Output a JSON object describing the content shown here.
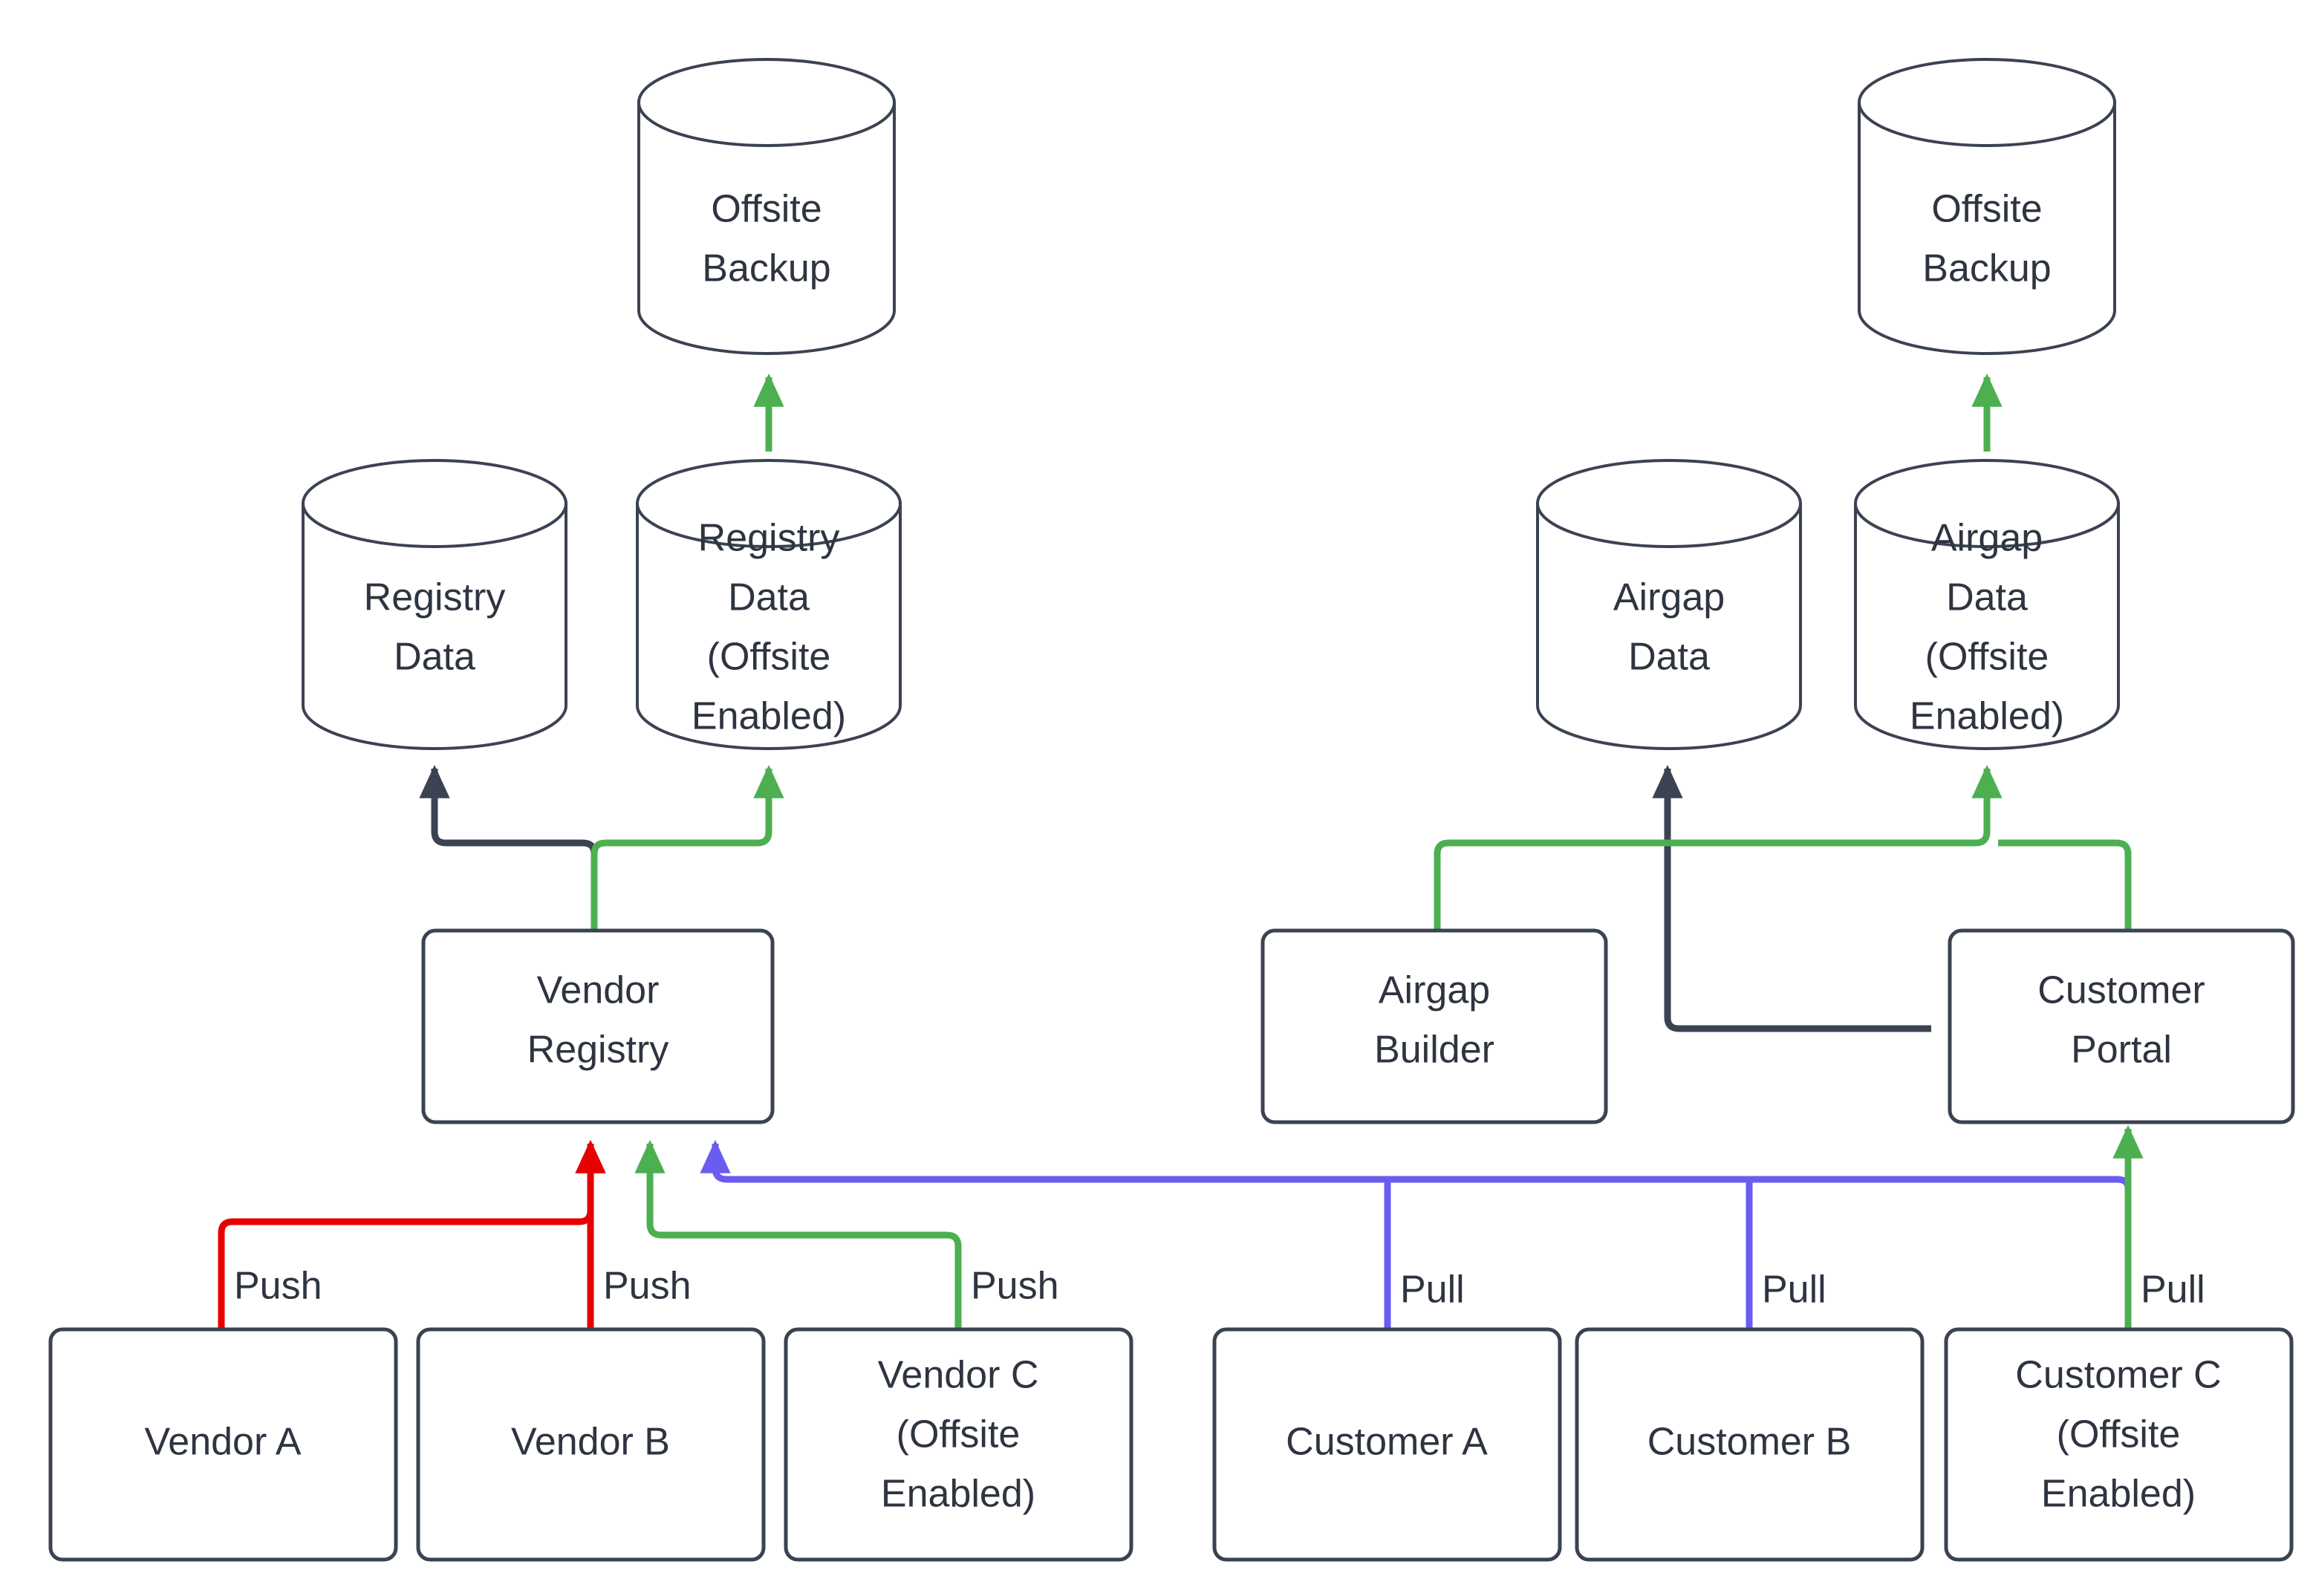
{
  "diagram": {
    "type": "flowchart",
    "title": "Registry and Airgap Data Flow",
    "background": "#ffffff",
    "colors": {
      "node_stroke": "#3b4252",
      "node_fill": "#ffffff",
      "text": "#2e3440",
      "edge_dark": "#3b4252",
      "edge_green": "#4caf50",
      "edge_red": "#e60000",
      "edge_purple": "#6b5cf0"
    },
    "nodes": {
      "offsite_backup_left": {
        "label_line1": "Offsite",
        "label_line2": "Backup",
        "shape": "cylinder"
      },
      "registry_data": {
        "label_line1": "Registry",
        "label_line2": "Data",
        "shape": "cylinder"
      },
      "registry_data_offsite": {
        "label_line1": "Registry",
        "label_line2": "Data",
        "label_line3": "(Offsite",
        "label_line4": "Enabled)",
        "shape": "cylinder"
      },
      "vendor_registry": {
        "label_line1": "Vendor",
        "label_line2": "Registry",
        "shape": "rounded-rect"
      },
      "vendor_a": {
        "label_line1": "Vendor A",
        "shape": "rounded-rect"
      },
      "vendor_b": {
        "label_line1": "Vendor B",
        "shape": "rounded-rect"
      },
      "vendor_c": {
        "label_line1": "Vendor C",
        "label_line2": "(Offsite",
        "label_line3": "Enabled)",
        "shape": "rounded-rect"
      },
      "offsite_backup_right": {
        "label_line1": "Offsite",
        "label_line2": "Backup",
        "shape": "cylinder"
      },
      "airgap_data": {
        "label_line1": "Airgap",
        "label_line2": "Data",
        "shape": "cylinder"
      },
      "airgap_data_offsite": {
        "label_line1": "Airgap",
        "label_line2": "Data",
        "label_line3": "(Offsite",
        "label_line4": "Enabled)",
        "shape": "cylinder"
      },
      "airgap_builder": {
        "label_line1": "Airgap",
        "label_line2": "Builder",
        "shape": "rounded-rect"
      },
      "customer_portal": {
        "label_line1": "Customer",
        "label_line2": "Portal",
        "shape": "rounded-rect"
      },
      "customer_a": {
        "label_line1": "Customer A",
        "shape": "rounded-rect"
      },
      "customer_b": {
        "label_line1": "Customer B",
        "shape": "rounded-rect"
      },
      "customer_c": {
        "label_line1": "Customer C",
        "label_line2": "(Offsite",
        "label_line3": "Enabled)",
        "shape": "rounded-rect"
      }
    },
    "edge_labels": {
      "push_a": "Push",
      "push_b": "Push",
      "push_c": "Push",
      "pull_a": "Pull",
      "pull_b": "Pull",
      "pull_c": "Pull"
    }
  }
}
